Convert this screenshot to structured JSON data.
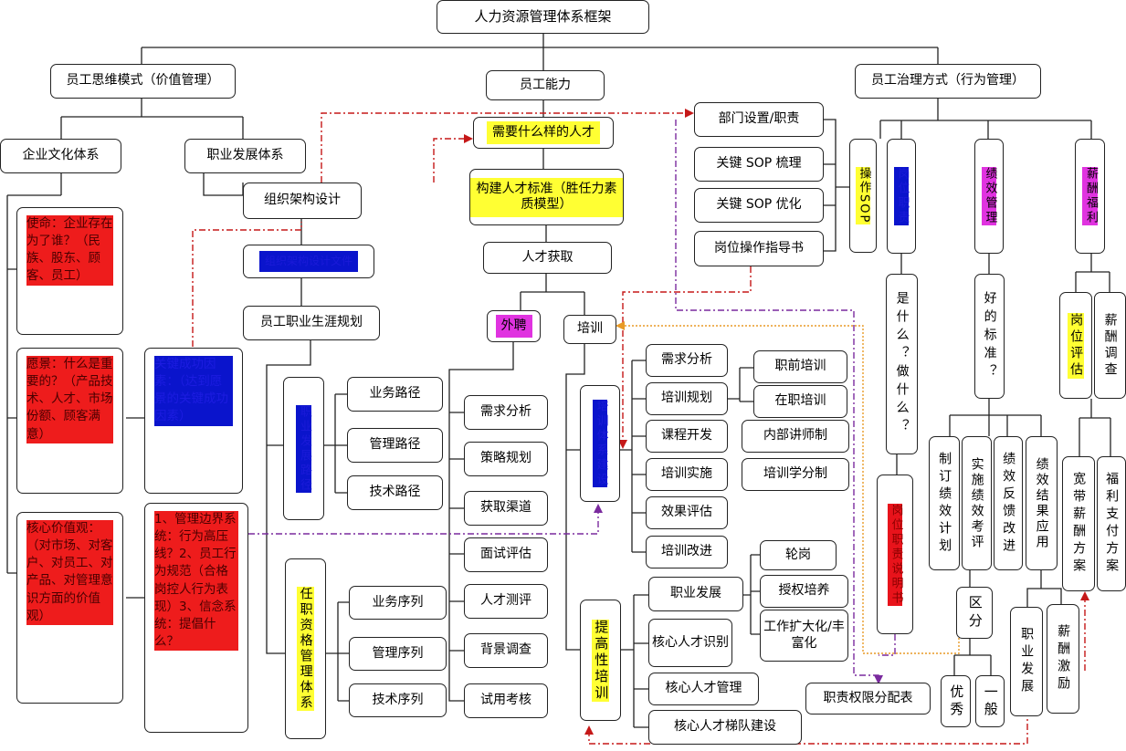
{
  "title": "人力资源管理体系框架",
  "level1": {
    "mind": "员工思维模式（价值管理）",
    "ability": "员工能力",
    "gov": "员工治理方式（行为管理）"
  },
  "mind": {
    "culture": "企业文化体系",
    "career": "职业发展体系",
    "mission": "使命：企业存在为了谁？（民族、股东、顾客、员工）",
    "vision": "愿景：什么是重要的？（产品技术、人才、市场份额、顾客满意）",
    "values": "核心价值观：（对市场、对客户、对员工、对产品、对管理意识方面的价值观）",
    "key_success": "关键成功因素：（达到愿景的关键成功因素）",
    "systems": "1、管理边界系统：行为高压线？2、员工行为规范（合格岗控人行为表现）3、信念系统：提倡什么？"
  },
  "career": {
    "org": "组织架构设计",
    "org_sub": "组织架构设计文件",
    "plan": "员工职业生涯规划",
    "path_group": "职业发展路径",
    "paths": [
      "业务路径",
      "管理路径",
      "技术路径"
    ],
    "qual": "任职资格管理体系",
    "seqs": [
      "业务序列",
      "管理序列",
      "技术序列"
    ]
  },
  "ability": {
    "need": "需要什么样的人才",
    "std": "构建人才标准（胜任力素质模型）",
    "acq": "人才获取",
    "ext": "外聘",
    "train": "培训",
    "ext_steps": [
      "需求分析",
      "策略规划",
      "获取渠道",
      "面试评估",
      "人才测评",
      "背景调查",
      "试用考核"
    ],
    "train_group": "培训体系建设",
    "train_steps": [
      "需求分析",
      "培训规划",
      "课程开发",
      "培训实施",
      "效果评估",
      "培训改进"
    ],
    "train_sub": [
      "职前培训",
      "在职培训",
      "内部讲师制",
      "培训学分制"
    ],
    "improve": "提高性培训",
    "improve_items": [
      "职业发展",
      "核心人才识别",
      "核心人才管理",
      "核心人才梯队建设"
    ],
    "career_sub": [
      "轮岗",
      "授权培养",
      "工作扩大化/丰富化"
    ]
  },
  "gov": {
    "dept": "部门设置/职责",
    "sop1": "关键 SOP 梳理",
    "sop2": "关键 SOP 优化",
    "guide": "岗位操作指导书",
    "sop_col": "操作SOP",
    "job": "岗位职责",
    "what": "是什么？做什么？",
    "job_desc": "岗位职责说明书",
    "auth": "职责权限分配表",
    "perf": "绩效管理",
    "good": "好的标准？",
    "perf_steps": [
      "制订绩效计划",
      "实施绩效考评",
      "绩效反馈改进",
      "绩效结果应用"
    ],
    "dist": "区分",
    "excellent": "优秀",
    "normal": "一般",
    "dev": "职业发展",
    "pay_inc": "薪酬激励",
    "comp": "薪酬福利",
    "job_eval": "岗位评估",
    "survey": "薪酬调查",
    "broadband": "宽带薪酬方案",
    "benefit": "福利支付方案"
  }
}
